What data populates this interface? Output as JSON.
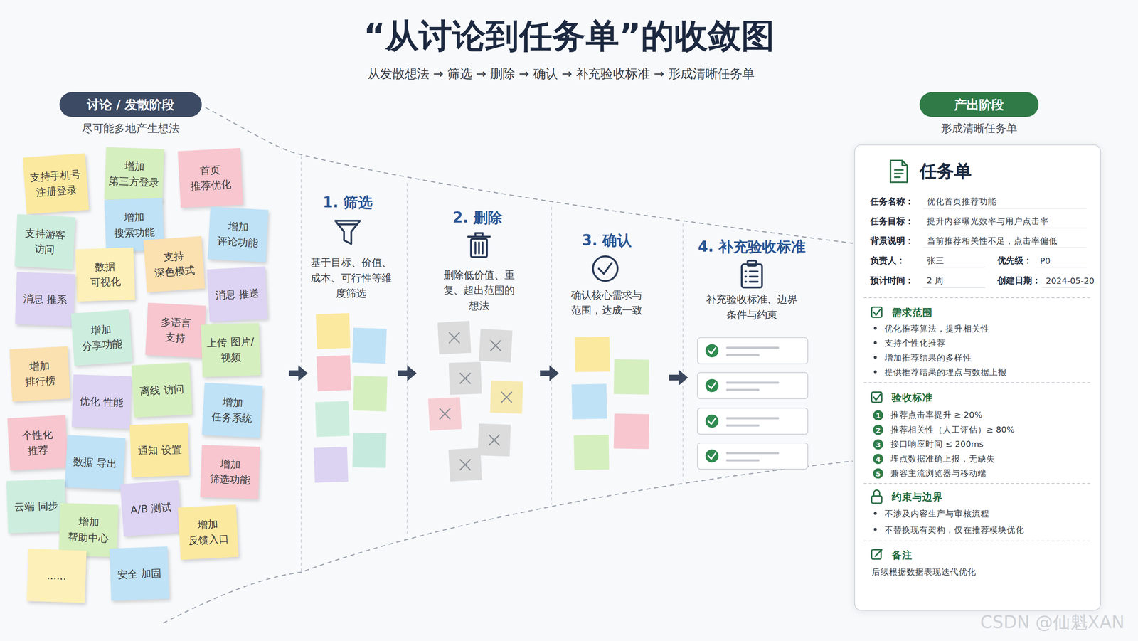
{
  "diagram": {
    "title": "“从讨论到任务单”的收敛图",
    "caption": "从发散想法 → 筛选 → 删除 → 确认 → 补充验收标准 → 形成清晰任务单",
    "nodes": [
      {
        "text": [
          "讨论 / 发散阶段",
          "尽可能多地产生想法"
        ]
      },
      {
        "text": [
          "支持手机号 注册登录"
        ]
      },
      {
        "text": [
          "增加 第三方登录"
        ]
      },
      {
        "text": [
          "首页 推荐优化"
        ]
      },
      {
        "text": [
          "支持游客 访问"
        ]
      },
      {
        "text": [
          "增加 搜索功能"
        ]
      },
      {
        "text": [
          "增加 评论功能"
        ]
      },
      {
        "text": [
          "数据 可视化"
        ]
      },
      {
        "text": [
          "支持 深色模式"
        ]
      },
      {
        "text": [
          "消息 推系"
        ]
      },
      {
        "text": [
          "消息 推送"
        ]
      },
      {
        "text": [
          "增加 分享功能"
        ]
      },
      {
        "text": [
          "多语言 支持"
        ]
      },
      {
        "text": [
          "上传 图片/视频"
        ]
      },
      {
        "text": [
          "增加 排行榜"
        ]
      },
      {
        "text": [
          "优化 性能"
        ]
      },
      {
        "text": [
          "离线 访问"
        ]
      },
      {
        "text": [
          "增加 任务系统"
        ]
      },
      {
        "text": [
          "个性化 推荐"
        ]
      },
      {
        "text": [
          "数据 导出"
        ]
      },
      {
        "text": [
          "通知 设置"
        ]
      },
      {
        "text": [
          "增加 筛选功能"
        ]
      },
      {
        "text": [
          "云端 同步"
        ]
      },
      {
        "text": [
          "A/B 测试"
        ]
      },
      {
        "text": [
          "增加 帮助中心"
        ]
      },
      {
        "text": [
          "增加 反馈入口"
        ]
      },
      {
        "text": [
          "......"
        ]
      },
      {
        "text": [
          "安全 加固"
        ]
      },
      {
        "text": [
          "产出阶段",
          "形成清晰任务单"
        ]
      },
      {
        "text": [
          "任务单",
          "任务名称：",
          "优化首页推荐功能",
          "任务目标：",
          "提升内容曝光效率与用户点击率",
          "背景说明：",
          "当前推荐相关性不足，点击率偏低",
          "负责人：",
          "张三",
          "优先级：",
          "P0",
          "预计时间：",
          "2 周",
          "创建日期：",
          "2024-05-20",
          "需求范围",
          "优化推荐算法，提升相关性",
          "支持个性化推荐",
          "增加推荐结果的多样性",
          "提供推荐结果的埋点与数据上报",
          "验收标准",
          "推荐点击率提升 ≥ 20%",
          "推荐相关性（人工评估）≥ 80%",
          "接口响应时间 ≤ 200ms",
          "埋点数据准确上报，无缺失",
          "兼容主流浏览器与移动端",
          "约束与边界",
          "不涉及内容生产与审核流程",
          "不替换现有架构，仅在推荐模块优化",
          "备注",
          "后续根据数据表现迭代优化"
        ]
      },
      {
        "text": [
          "1"
        ],
        "in": 29
      },
      {
        "text": [
          "2"
        ],
        "in": 29
      },
      {
        "text": [
          "3"
        ],
        "in": 29
      },
      {
        "text": [
          "4"
        ],
        "in": 29
      },
      {
        "text": [
          "5"
        ],
        "in": 29
      }
    ],
    "labels": [
      "1. 筛选",
      "基于目标、价值、成本、可行性等维度筛选",
      "2. 删除",
      "删除低价值、重复、超出范围的想法",
      "3. 确认",
      "确认核心需求与范围，达成一致",
      "4. 补充验收标准",
      "补充验收标准、边界条件与约束",
      "CSDN @仙魁XAN"
    ]
  }
}
